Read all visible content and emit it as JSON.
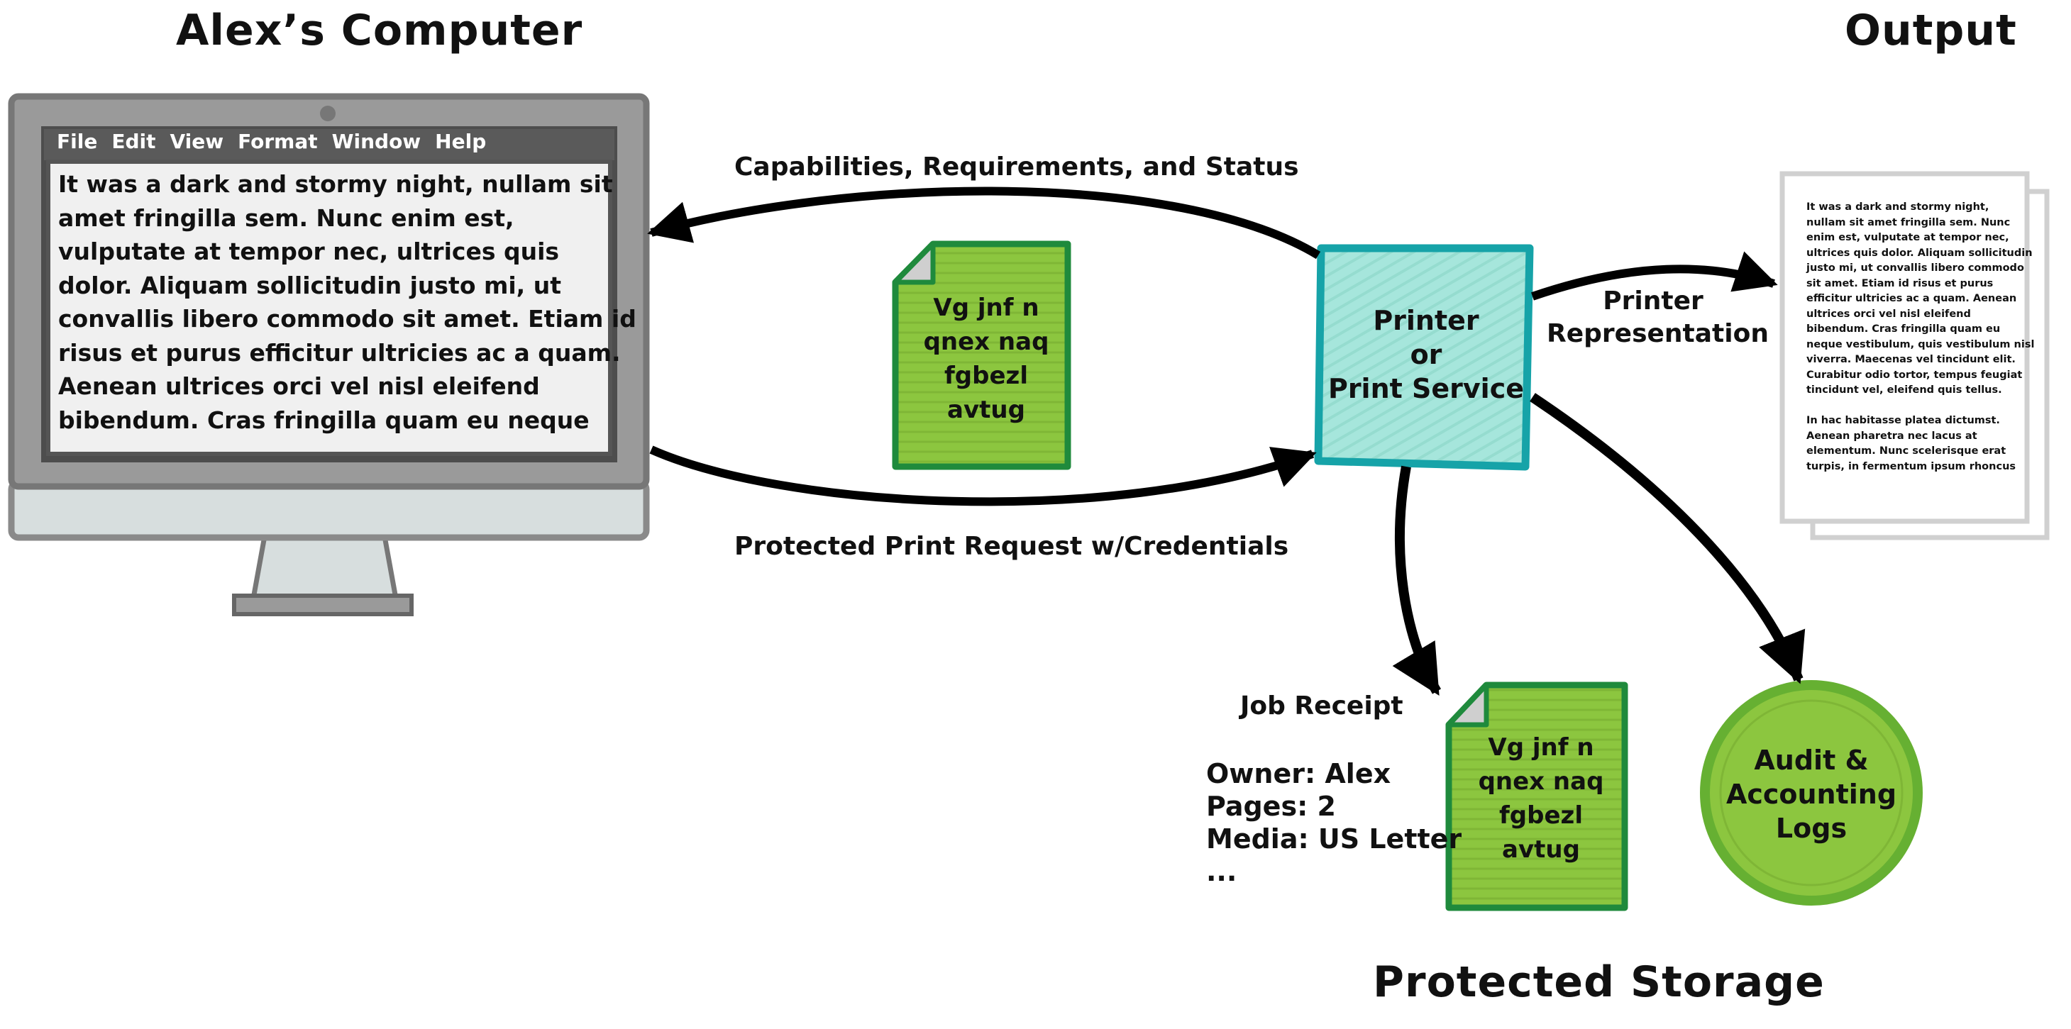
{
  "titles": {
    "computer": "Alex’s Computer",
    "output": "Output",
    "storage": "Protected Storage"
  },
  "menu": [
    "File",
    "Edit",
    "View",
    "Format",
    "Window",
    "Help"
  ],
  "document_text": "It was a dark and stormy night, nullam sit\namet fringilla sem. Nunc enim est,\nvulputate at tempor nec, ultrices quis\ndolor. Aliquam sollicitudin justo mi, ut\nconvallis libero commodo sit amet. Etiam id\nrisus et purus efficitur ultricies ac a quam.\nAenean ultrices orci vel nisl eleifend\nbibendum. Cras fringilla quam eu neque",
  "edges": {
    "capabilities": "Capabilities, Requirements, and Status",
    "request": "Protected Print Request w/Credentials",
    "printer_representation": "Printer\nRepresentation"
  },
  "encrypted_doc_text": "Vg jnf n\nqnex naq\nfgbezl\navtug",
  "printer_box": "Printer\nor\nPrint Service",
  "job_receipt": {
    "title": "Job Receipt",
    "lines": "Owner: Alex\nPages: 2\nMedia: US Letter\n..."
  },
  "audit_logs": "Audit &\nAccounting\nLogs",
  "output_page_text": "It was a dark and stormy night,\nnullam sit amet fringilla sem. Nunc\nenim est, vulputate at tempor nec,\nultrices quis dolor. Aliquam sollicitudin\njusto mi, ut convallis libero commodo\nsit amet. Etiam id risus et purus\nefficitur ultricies ac a quam. Aenean\nultrices orci vel nisl eleifend\nbibendum. Cras fringilla quam eu\nneque vestibulum, quis vestibulum nisl\nviverra. Maecenas vel tincidunt elit.\nCurabitur odio tortor, tempus feugiat\ntincidunt vel, eleifend quis tellus.\n\nIn hac habitasse platea dictumst.\nAenean pharetra nec lacus at\nelementum. Nunc scelerisque erat\nturpis, in fermentum ipsum rhoncus",
  "colors": {
    "doc_green": "#8cc63f",
    "doc_green_dark": "#1f8a3c",
    "printer_fill": "#a6e6dc",
    "printer_border": "#16a3a8",
    "logs_fill": "#8cc63f",
    "logs_border": "#66b032",
    "monitor_frame": "#9a9a9a",
    "monitor_dark": "#4d4d4d"
  }
}
